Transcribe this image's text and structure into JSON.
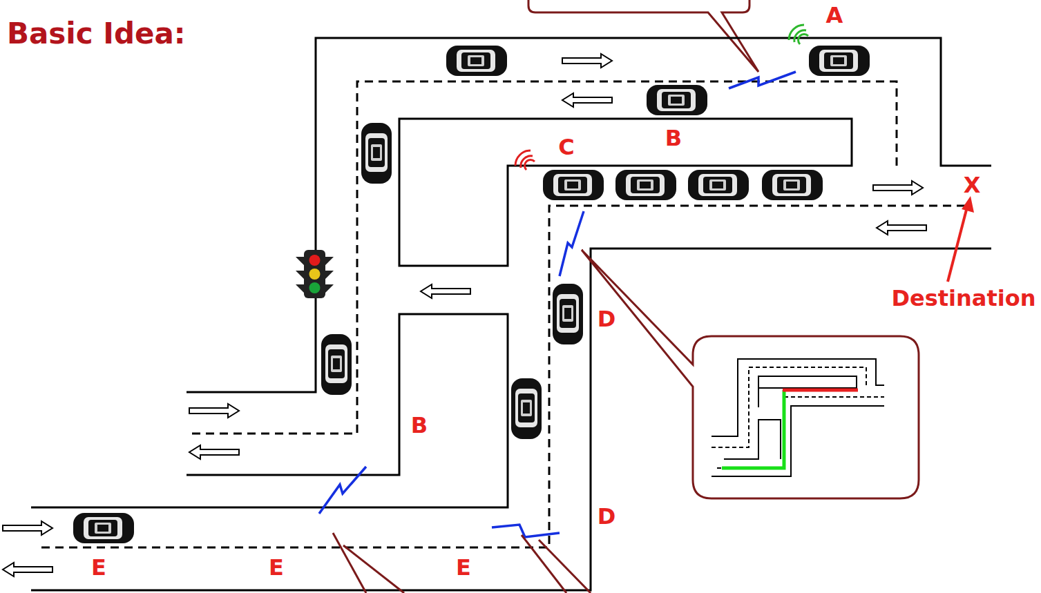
{
  "diagram": {
    "title": "Basic Idea:",
    "labels": [
      "A",
      "B",
      "C",
      "X",
      "Destination",
      "D",
      "B",
      "D",
      "E",
      "E",
      "E"
    ]
  }
}
